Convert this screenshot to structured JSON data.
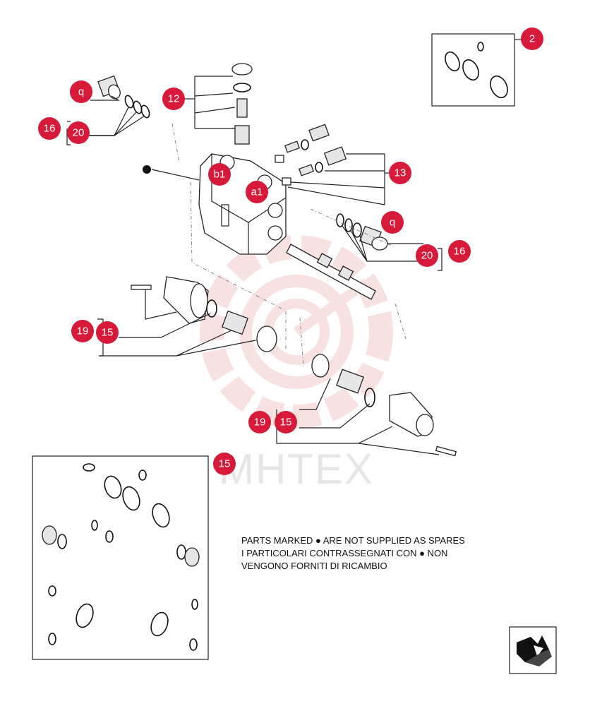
{
  "callouts": {
    "c2": "2",
    "c12": "12",
    "cq1": "q",
    "c16a": "16",
    "c20a": "20",
    "cb1": "b1",
    "ca1": "a1",
    "c13": "13",
    "cq2": "q",
    "c20b": "20",
    "c16b": "16",
    "c19a": "19",
    "c15a": "15",
    "c19b": "19",
    "c15b": "15",
    "c15c": "15"
  },
  "notes": {
    "line1": "PARTS MARKED ● ARE NOT SUPPLIED AS SPARES",
    "line2": "I PARTICOLARI CONTRASSEGNATI CON ● NON",
    "line3": "VENGONO FORNITI DI RICAMBIO"
  },
  "watermark": "MHTEX",
  "colors": {
    "callout": "#d7193a",
    "watermark": "#f3c9c9"
  },
  "icons": {
    "next_page": "next-page-arrow-icon"
  }
}
